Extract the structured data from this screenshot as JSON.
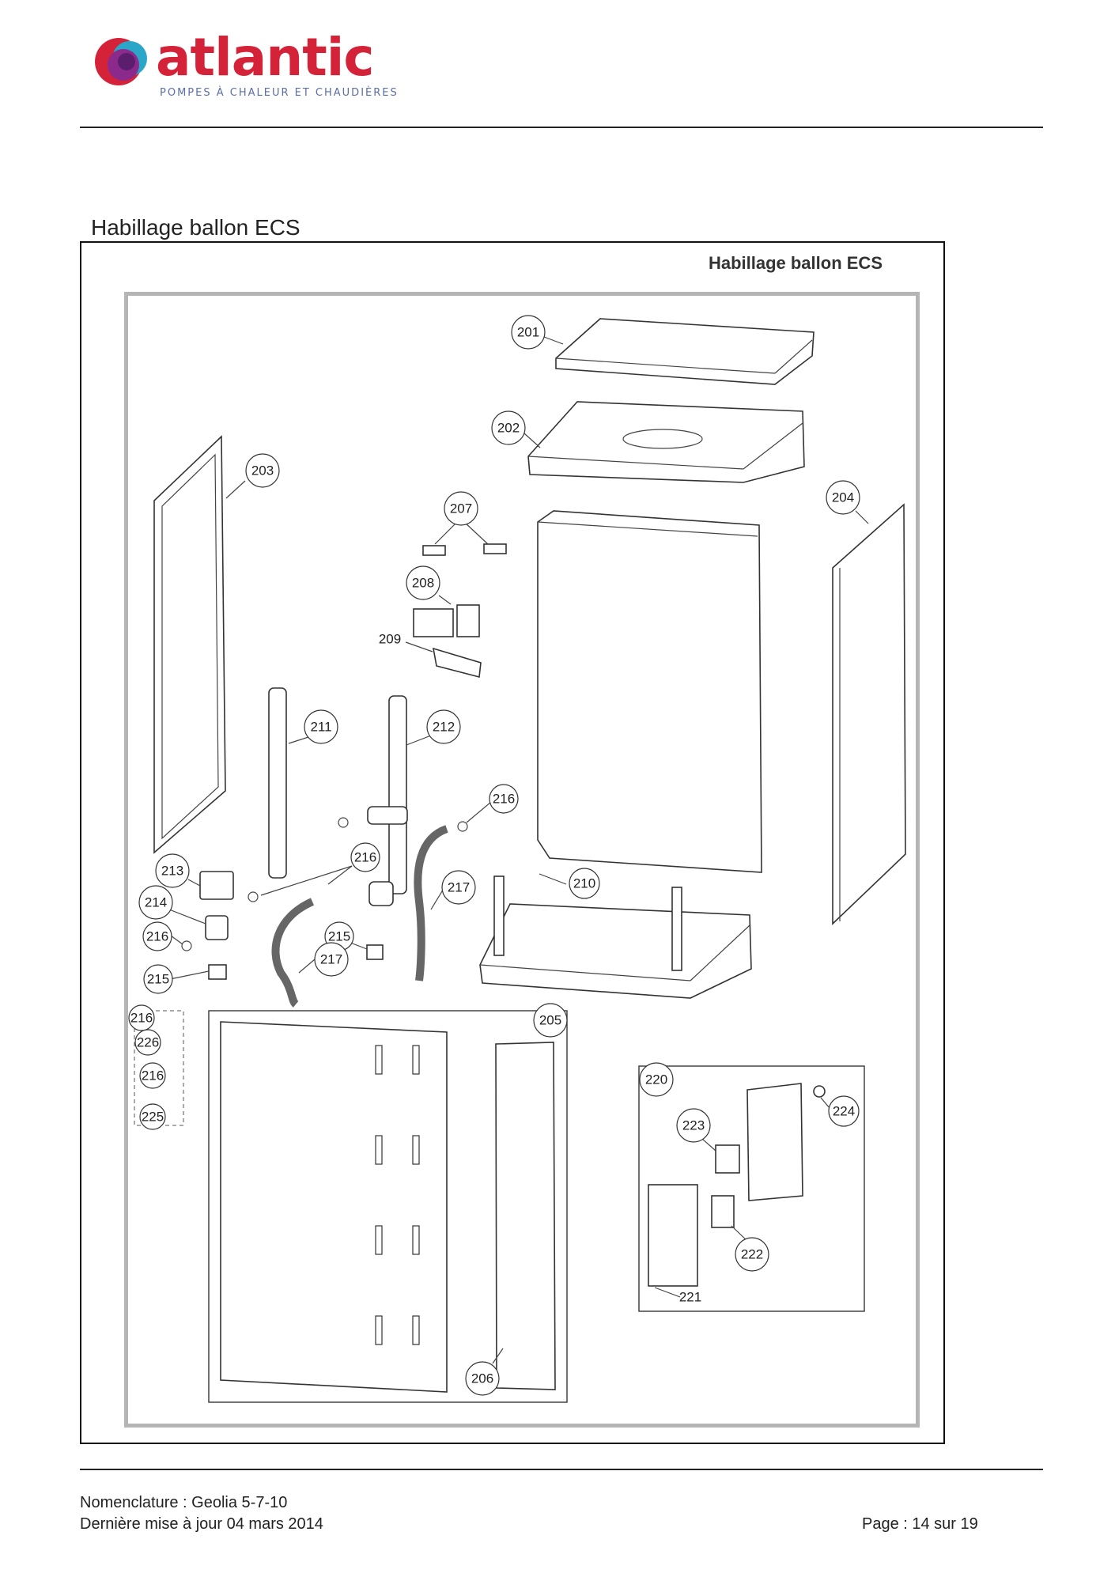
{
  "header": {
    "logo_word": "atlantic",
    "tagline": "POMPES À CHALEUR ET CHAUDIÈRES",
    "brand_color": "#d42338",
    "tagline_color": "#5a6ea8"
  },
  "section_title": "Habillage ballon ECS",
  "diagram": {
    "heading": "Habillage ballon ECS",
    "callouts": [
      "201",
      "202",
      "203",
      "204",
      "205",
      "206",
      "207",
      "208",
      "209",
      "210",
      "211",
      "212",
      "213",
      "214",
      "215",
      "215",
      "216",
      "216",
      "216",
      "216",
      "216",
      "217",
      "217",
      "220",
      "221",
      "222",
      "223",
      "224",
      "225",
      "226"
    ]
  },
  "footer": {
    "line1": "Nomenclature : Geolia 5-7-10",
    "line2": "Dernière mise à jour 04 mars 2014",
    "page": "Page : 14 sur 19"
  }
}
